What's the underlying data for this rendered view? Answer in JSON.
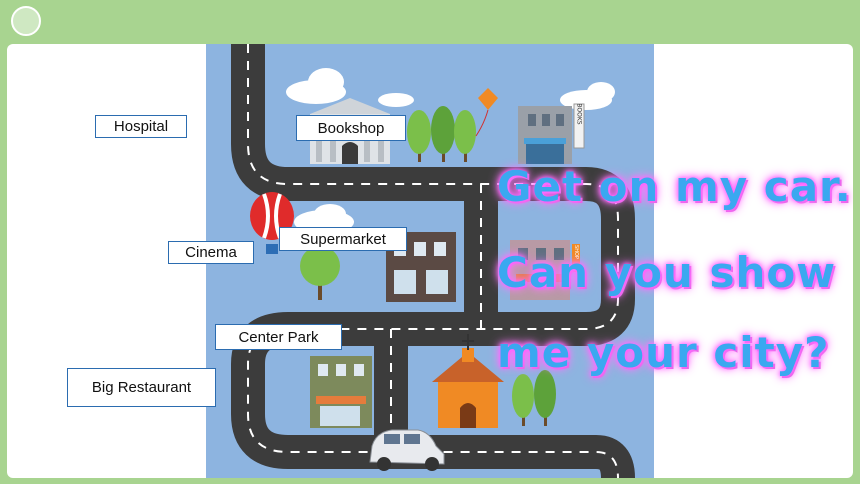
{
  "labels": {
    "hospital": "Hospital",
    "bookshop": "Bookshop",
    "cinema": "Cinema",
    "supermarket": "Supermarket",
    "center_park": "Center Park",
    "big_restaurant": "Big Restaurant"
  },
  "signs": {
    "books": "BOOKS",
    "shop": "SHOP"
  },
  "headline": {
    "line1": "Get on my car.",
    "line2": "Can you show",
    "line3": "me your city?"
  },
  "colors": {
    "background": "#a8d490",
    "map_sky": "#8db4e0",
    "road": "#3c3c3c",
    "headline_text": "#3aa8f0",
    "headline_glow": "#ff66ff",
    "label_border": "#2b6cb0"
  }
}
